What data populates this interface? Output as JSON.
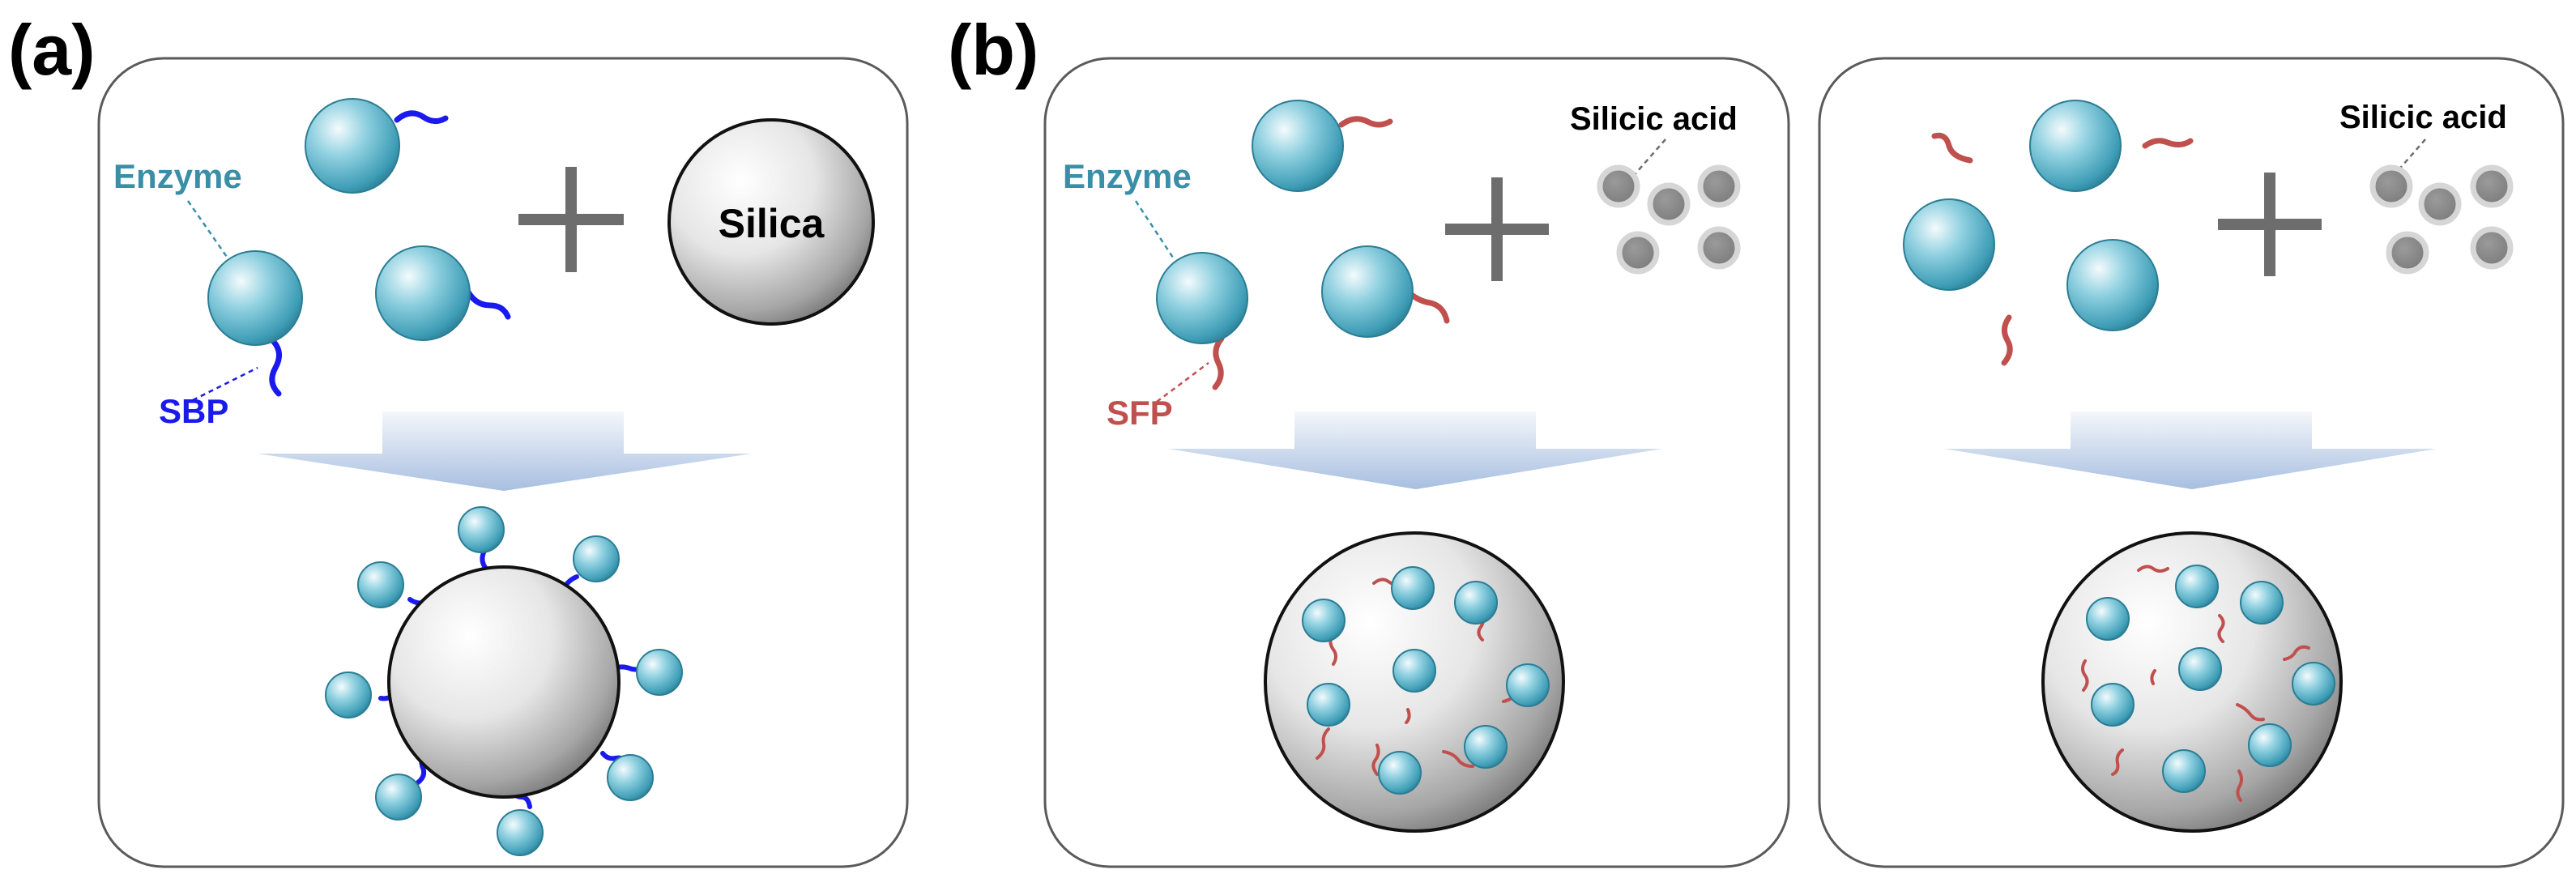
{
  "panel_a": {
    "label": "(a)",
    "enzyme_label": "Enzyme",
    "linker_label": "SBP",
    "silica_label": "Silica"
  },
  "panel_b": {
    "label": "(b)",
    "left": {
      "enzyme_label": "Enzyme",
      "linker_label": "SFP",
      "silicic_label": "Silicic acid"
    },
    "right": {
      "silicic_label": "Silicic acid"
    }
  },
  "colors": {
    "enzyme_label": "#3a8fa8",
    "sbp": "#1a1aee",
    "sfp": "#c0504d",
    "plus": "#6d6d6d",
    "frame": "#5a5a5a",
    "arrow_light": "#f4f7fb",
    "arrow_dark": "#9fb6d9"
  }
}
